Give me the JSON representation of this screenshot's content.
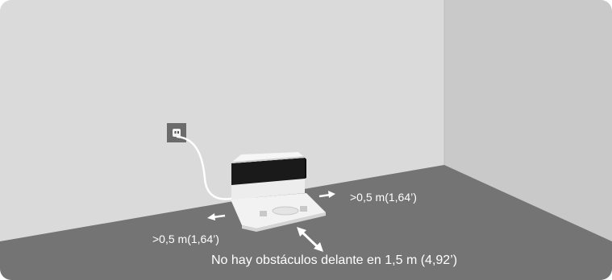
{
  "labels": {
    "clearance_right": ">0,5 m(1,64’)",
    "clearance_left": ">0,5 m(1,64’)",
    "clearance_front": "No hay obstáculos delante en 1,5 m (4,92’)"
  },
  "colors": {
    "back_wall": "#dadada",
    "side_wall": "#c9c9c9",
    "floor": "#747474",
    "dock_body": "#1a1a1a",
    "dock_base": "#f2f2f2",
    "text": "#ffffff"
  },
  "icons": [
    "wall-outlet-icon",
    "power-cable-icon",
    "charging-dock-icon",
    "arrow-icon"
  ]
}
